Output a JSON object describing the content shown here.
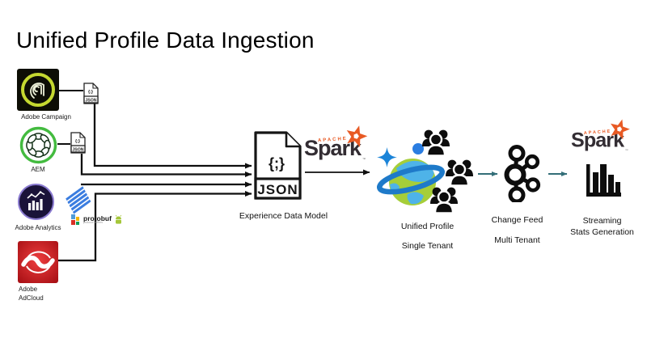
{
  "slide": {
    "title": "Unified Profile Data Ingestion"
  },
  "sources": [
    {
      "label": "Adobe Campaign"
    },
    {
      "label": "AEM"
    },
    {
      "label": "Adobe Analytics"
    },
    {
      "label_line1": "Adobe",
      "label_line2": "AdCloud"
    }
  ],
  "json_file": {
    "glyph": "{;}",
    "label": "JSON"
  },
  "edm": {
    "caption": "Experience Data Model"
  },
  "spark": {
    "apache": "APACHE",
    "name": "Spark",
    "tm": "™"
  },
  "protobuf": {
    "name": "protobuf",
    "tagline": "protocol buffers"
  },
  "unified_profile": {
    "line1": "Unified Profile",
    "line2": "Single Tenant"
  },
  "change_feed": {
    "line1": "Change Feed",
    "line2": "Multi Tenant"
  },
  "streaming": {
    "line1": "Streaming",
    "line2": "Stats Generation"
  },
  "colors": {
    "arrow_teal": "#336e78",
    "line_black": "#0f0f0f",
    "spark_orange": "#e85a24",
    "campaign_green": "#c5d930",
    "aem_green": "#43bb3f",
    "analytics_purple": "#8a7ad0",
    "analytics_navy": "#1a1339",
    "adcloud_red": "#c8191f",
    "azure_ring_blue": "#1e7ac9",
    "globe_green": "#a6ce39",
    "globe_water_blue": "#4eb3e8",
    "sparkle_blue": "#1b84d8",
    "panel_blue": "#3b7de0",
    "android_green": "#a4c639"
  }
}
